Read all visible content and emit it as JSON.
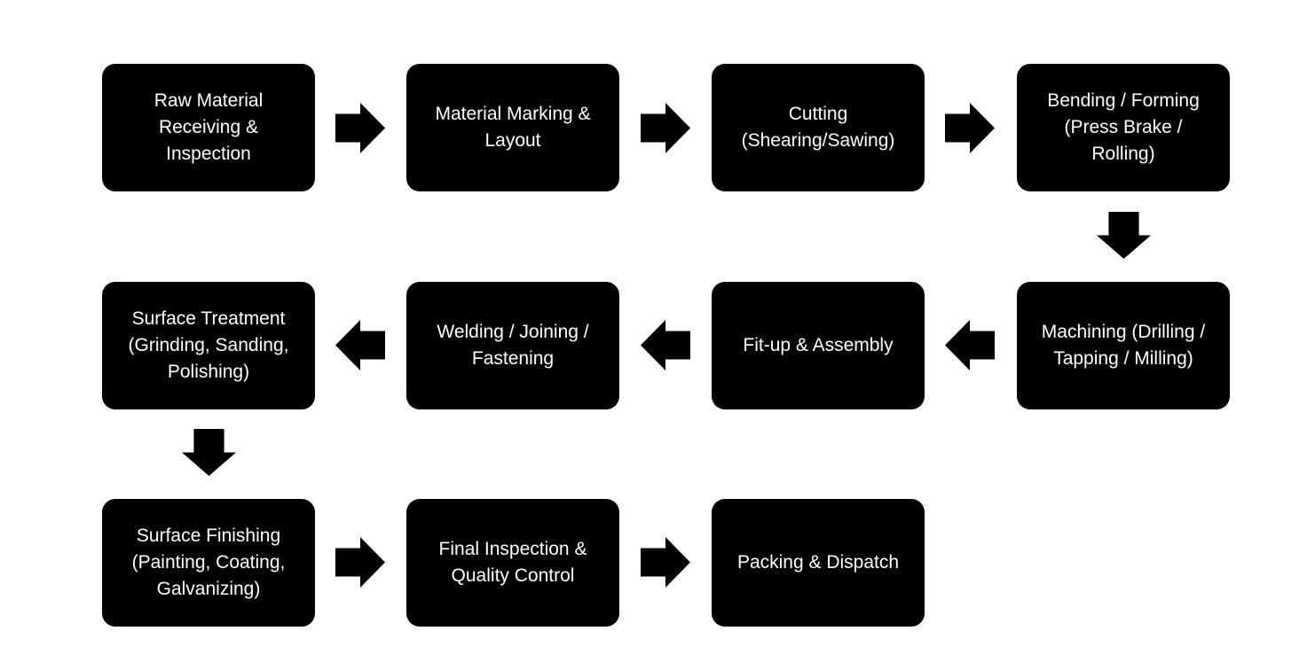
{
  "colors": {
    "background": "#ffffff",
    "node_bg": "#000000",
    "node_text": "#ffffff",
    "arrow": "#000000"
  },
  "diagram": {
    "type": "flowchart",
    "description": "Metal fabrication process flow, 11 steps in boustrophedon layout (row 1 left-to-right, row 2 right-to-left, row 3 left-to-right)",
    "nodes": [
      {
        "id": "raw-material-receiving-inspection",
        "label": "Raw Material\nReceiving &\nInspection"
      },
      {
        "id": "material-marking-layout",
        "label": "Material Marking &\nLayout"
      },
      {
        "id": "cutting",
        "label": "Cutting\n(Shearing/Sawing)"
      },
      {
        "id": "bending-forming",
        "label": "Bending / Forming\n(Press Brake /\nRolling)"
      },
      {
        "id": "machining",
        "label": "Machining (Drilling /\nTapping / Milling)"
      },
      {
        "id": "fit-up-assembly",
        "label": "Fit-up & Assembly"
      },
      {
        "id": "welding-joining-fastening",
        "label": "Welding / Joining /\nFastening"
      },
      {
        "id": "surface-treatment",
        "label": "Surface Treatment\n(Grinding, Sanding,\nPolishing)"
      },
      {
        "id": "surface-finishing",
        "label": "Surface Finishing\n(Painting, Coating,\nGalvanizing)"
      },
      {
        "id": "final-inspection-quality-control",
        "label": "Final Inspection &\nQuality Control"
      },
      {
        "id": "packing-dispatch",
        "label": "Packing & Dispatch"
      }
    ],
    "edges": [
      {
        "from": "raw-material-receiving-inspection",
        "to": "material-marking-layout",
        "direction": "right"
      },
      {
        "from": "material-marking-layout",
        "to": "cutting",
        "direction": "right"
      },
      {
        "from": "cutting",
        "to": "bending-forming",
        "direction": "right"
      },
      {
        "from": "bending-forming",
        "to": "machining",
        "direction": "down"
      },
      {
        "from": "machining",
        "to": "fit-up-assembly",
        "direction": "left"
      },
      {
        "from": "fit-up-assembly",
        "to": "welding-joining-fastening",
        "direction": "left"
      },
      {
        "from": "welding-joining-fastening",
        "to": "surface-treatment",
        "direction": "left"
      },
      {
        "from": "surface-treatment",
        "to": "surface-finishing",
        "direction": "down"
      },
      {
        "from": "surface-finishing",
        "to": "final-inspection-quality-control",
        "direction": "right"
      },
      {
        "from": "final-inspection-quality-control",
        "to": "packing-dispatch",
        "direction": "right"
      }
    ]
  }
}
